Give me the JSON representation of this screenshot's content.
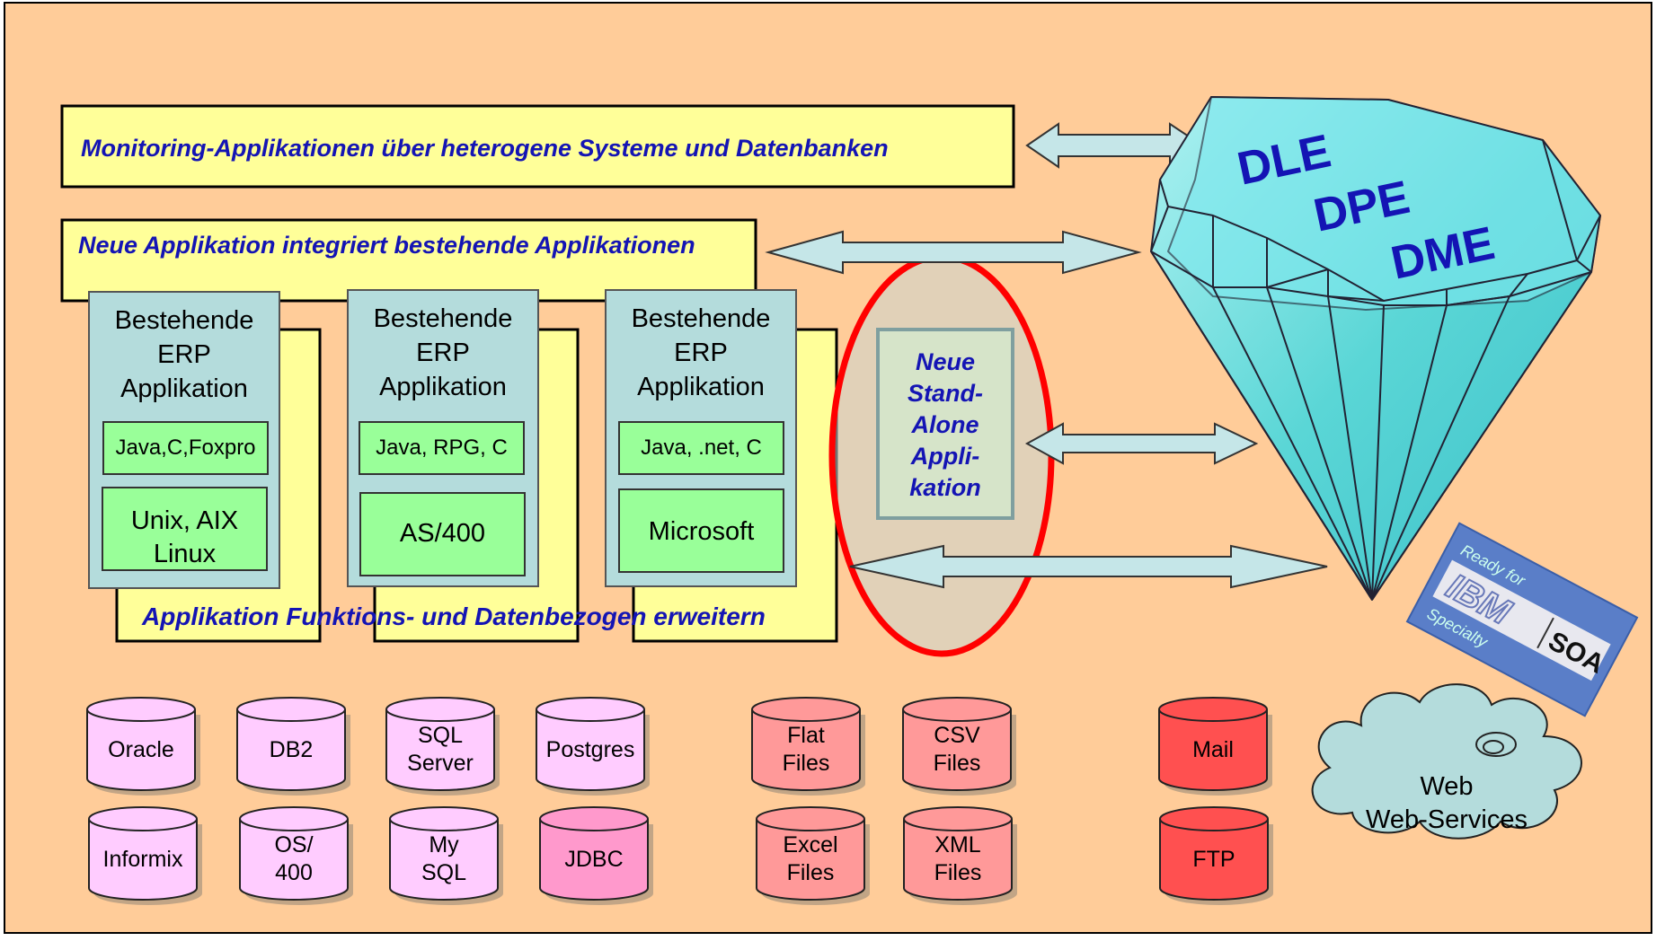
{
  "banners": {
    "monitoring": "Monitoring-Applikationen über heterogene Systeme und Datenbanken",
    "integration": "Neue Applikation integriert bestehende Applikationen",
    "extend": "Applikation Funktions- und Datenbezogen erweitern"
  },
  "erp_apps": [
    {
      "title": [
        "Bestehende",
        "ERP",
        "Applikation"
      ],
      "languages": "Java,C,Foxpro",
      "platform": [
        "Unix, AIX",
        "Linux"
      ]
    },
    {
      "title": [
        "Bestehende",
        "ERP",
        "Applikation"
      ],
      "languages": "Java, RPG, C",
      "platform": [
        "AS/400"
      ]
    },
    {
      "title": [
        "Bestehende",
        "ERP",
        "Applikation"
      ],
      "languages": "Java, .net, C",
      "platform": [
        "Microsoft"
      ]
    }
  ],
  "standalone": [
    "Neue",
    "Stand-",
    "Alone",
    "Appli-",
    "kation"
  ],
  "gem_labels": [
    "DLE",
    "DPE",
    "DME"
  ],
  "soa_badge": {
    "line1": "Ready for",
    "brand": "IBM",
    "line3": "Specialty",
    "soa": "SOA"
  },
  "databases": [
    {
      "lines": [
        "Oracle"
      ]
    },
    {
      "lines": [
        "DB2"
      ]
    },
    {
      "lines": [
        "SQL",
        "Server"
      ]
    },
    {
      "lines": [
        "Postgres"
      ]
    },
    {
      "lines": [
        "Informix"
      ]
    },
    {
      "lines": [
        "OS/",
        "400"
      ]
    },
    {
      "lines": [
        "My",
        "SQL"
      ]
    },
    {
      "lines": [
        "JDBC"
      ]
    }
  ],
  "file_sources": [
    {
      "lines": [
        "Flat",
        "Files"
      ]
    },
    {
      "lines": [
        "CSV",
        "Files"
      ]
    },
    {
      "lines": [
        "Excel",
        "Files"
      ]
    },
    {
      "lines": [
        "XML",
        "Files"
      ]
    }
  ],
  "net_sources": [
    {
      "lines": [
        "Mail"
      ]
    },
    {
      "lines": [
        "FTP"
      ]
    }
  ],
  "cloud": [
    "Web",
    "Web-Services"
  ],
  "colors": {
    "background": "#ffcc99",
    "banner": "#ffff99",
    "erp_box": "#b4dcdc",
    "inner_box": "#99ff99",
    "db_pink": "#ffccff",
    "jdbc": "#ff99cc",
    "file_red": "#ff9999",
    "net_red": "#ff5050",
    "gem": "#66e0e0",
    "accent_text": "#1414b4",
    "ellipse": "#ff0000"
  }
}
